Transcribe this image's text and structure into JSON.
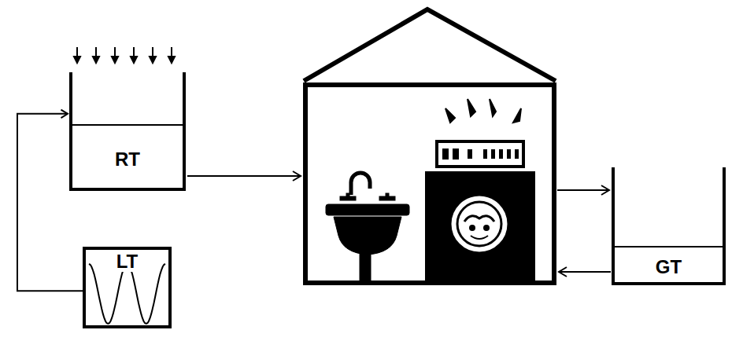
{
  "diagram": {
    "nodes": [
      {
        "text": [
          "RT"
        ]
      },
      {
        "text": [
          "GT"
        ]
      },
      {
        "text": [
          "LT"
        ]
      }
    ],
    "edges": [
      {
        "from": 2,
        "to": 0,
        "arrow": "to"
      },
      {
        "from": 1,
        "to": 2,
        "arrow": "to"
      }
    ]
  }
}
